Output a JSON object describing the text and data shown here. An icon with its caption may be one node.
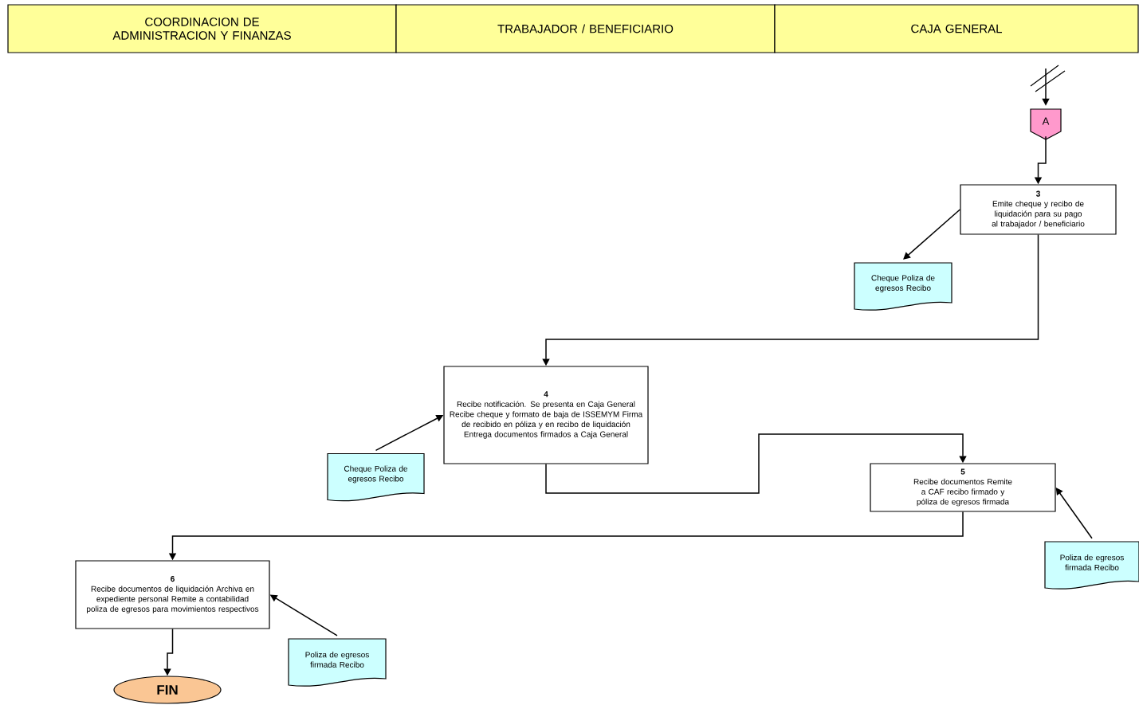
{
  "diagram": {
    "nodes": [
      {
        "text": [
          "COORDINACION DE ADMINISTRACION Y FINANZAS"
        ]
      },
      {
        "text": [
          "TRABAJADOR / BENEFICIARIO"
        ]
      },
      {
        "text": [
          "CAJA GENERAL"
        ]
      },
      {
        "text": [
          "A"
        ]
      },
      {
        "text": [
          "3",
          "Emite cheque y recibo de liquidación para su pago al trabajador / beneficiario"
        ]
      },
      {
        "text": [
          "Cheque Poliza de egresos Recibo"
        ]
      },
      {
        "text": [
          "4",
          "Recibe notificación. Se presenta en Caja General Recibe cheque y formato de baja de ISSEMYM Firma de recibido en póliza y en recibo de liquidación Entrega documentos firmados a Caja General"
        ]
      },
      {
        "text": [
          "Cheque Poliza de egresos Recibo"
        ]
      },
      {
        "text": [
          "5",
          "Recibe documentos Remite a CAF recibo firmado y póliza de egresos firmada"
        ]
      },
      {
        "text": [
          "Poliza de egresos firmada Recibo"
        ]
      },
      {
        "text": [
          "6",
          "Recibe documentos de liquidación Archiva en expediente personal Remite a contabilidad poliza de egresos para movimientos respectivos"
        ]
      },
      {
        "text": [
          "Poliza de egresos firmada Recibo"
        ]
      },
      {
        "text": [
          "FIN"
        ]
      }
    ],
    "edges": [
      {
        "from": null,
        "to": 3,
        "arrow": "to"
      },
      {
        "from": 3,
        "to": 4,
        "arrow": "to"
      },
      {
        "from": 4,
        "to": 5,
        "arrow": "to"
      },
      {
        "from": 4,
        "to": 6,
        "arrow": "to"
      },
      {
        "from": 7,
        "to": 6,
        "arrow": "to"
      },
      {
        "from": 6,
        "to": 8,
        "arrow": "to"
      },
      {
        "from": 9,
        "to": 8,
        "arrow": "to"
      },
      {
        "from": 8,
        "to": 10,
        "arrow": "to"
      },
      {
        "from": 11,
        "to": 10,
        "arrow": "to"
      },
      {
        "from": 10,
        "to": 12,
        "arrow": "to"
      }
    ]
  }
}
